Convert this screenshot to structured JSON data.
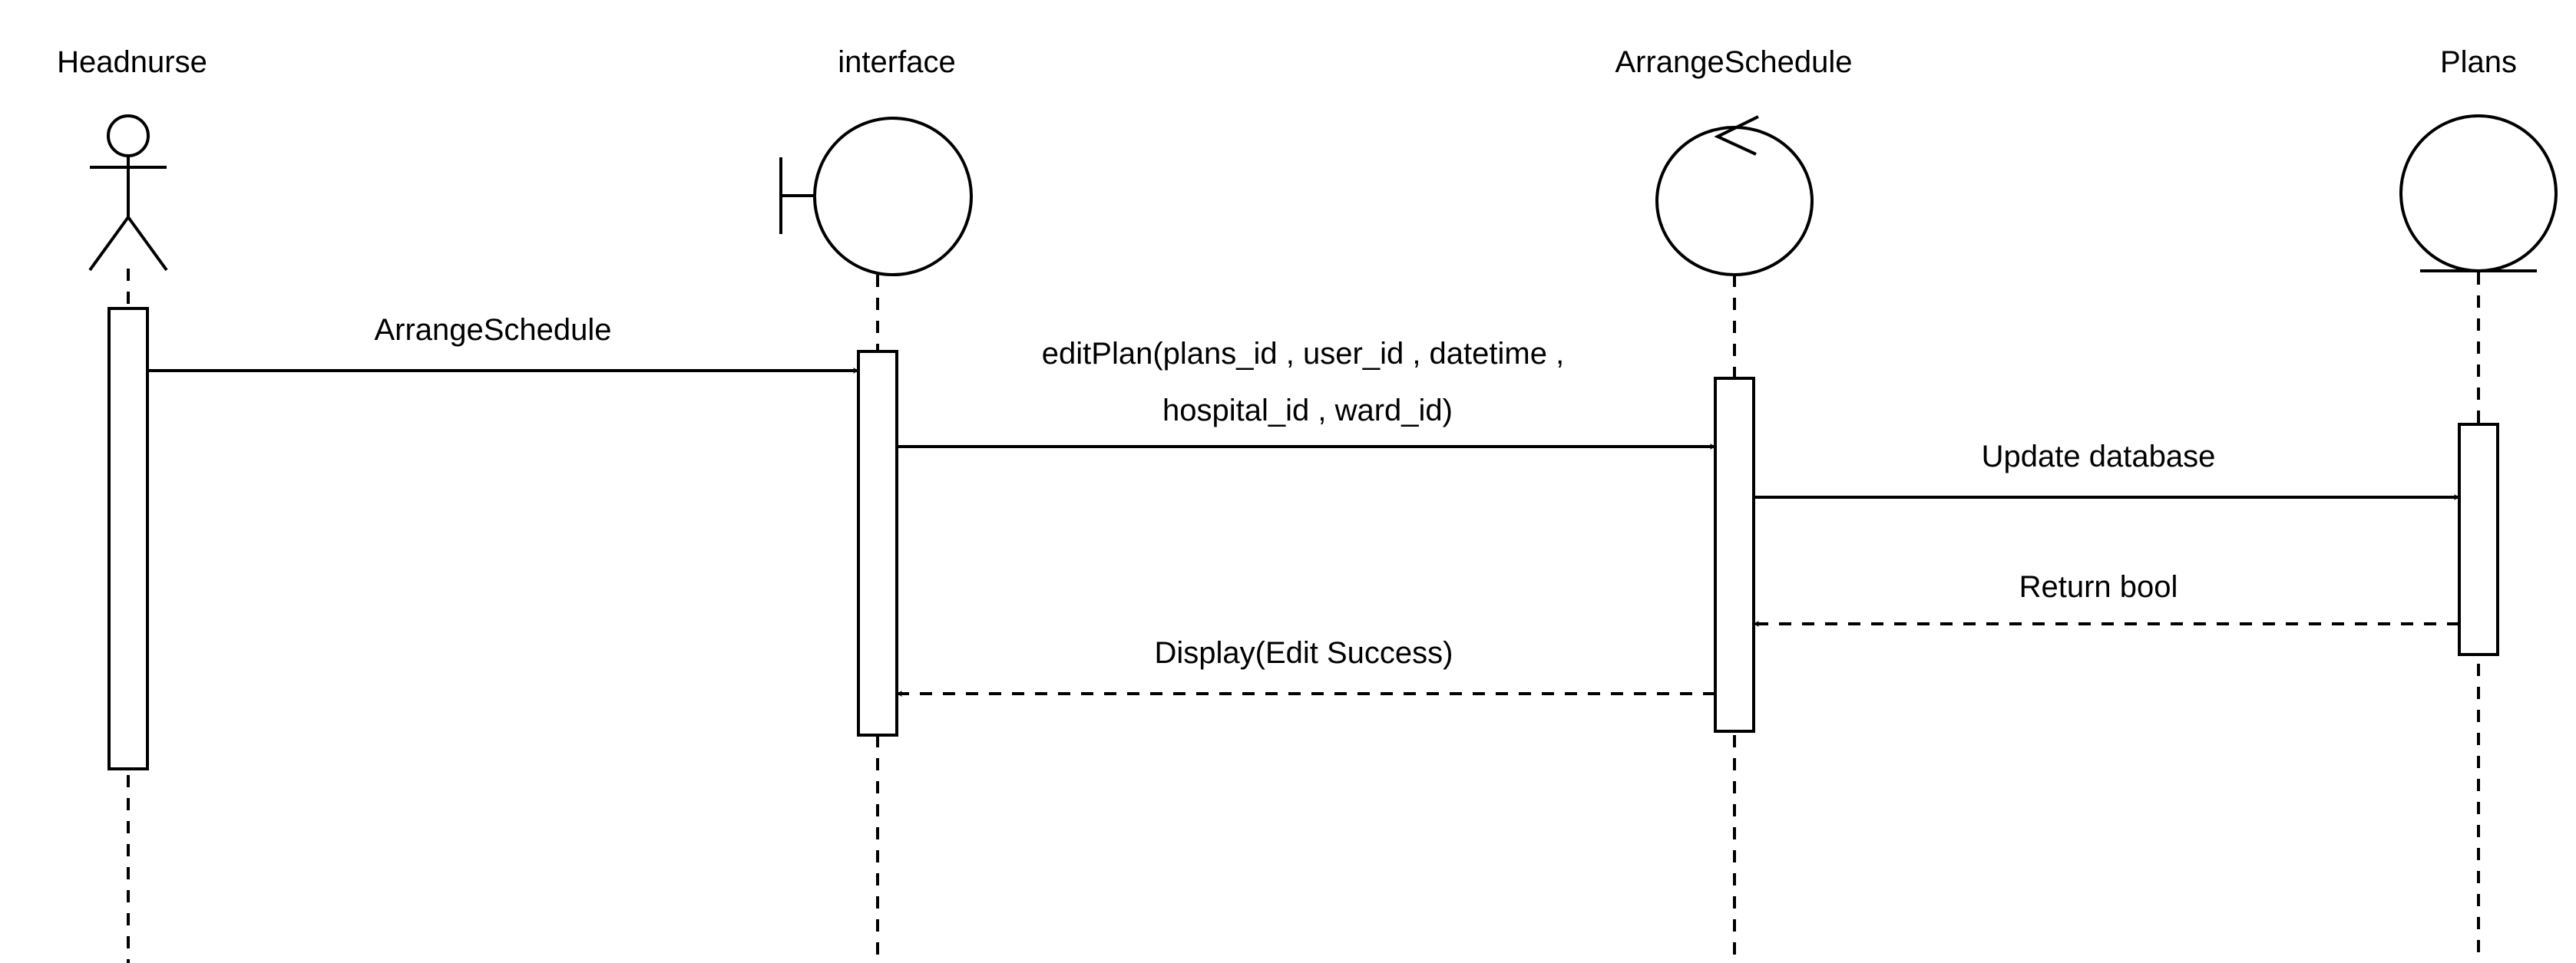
{
  "participants": [
    {
      "id": "headnurse",
      "name": "Headnurse",
      "kind": "actor"
    },
    {
      "id": "interface",
      "name": "interface",
      "kind": "boundary"
    },
    {
      "id": "arrange_schedule",
      "name": "ArrangeSchedule",
      "kind": "control"
    },
    {
      "id": "plans",
      "name": "Plans",
      "kind": "entity"
    }
  ],
  "messages": [
    {
      "from": "headnurse",
      "to": "interface",
      "style": "sync",
      "label": "ArrangeSchedule"
    },
    {
      "from": "interface",
      "to": "arrange_schedule",
      "style": "sync",
      "label_line1": "editPlan(plans_id , user_id , datetime ,",
      "label_line2": "hospital_id , ward_id)"
    },
    {
      "from": "arrange_schedule",
      "to": "plans",
      "style": "sync",
      "label": "Update database"
    },
    {
      "from": "plans",
      "to": "arrange_schedule",
      "style": "return",
      "label": "Return bool"
    },
    {
      "from": "arrange_schedule",
      "to": "interface",
      "style": "return",
      "label": "Display(Edit Success)"
    }
  ],
  "colors": {
    "line": "#000000",
    "background": "#ffffff",
    "activation_fill": "#ffffff"
  }
}
